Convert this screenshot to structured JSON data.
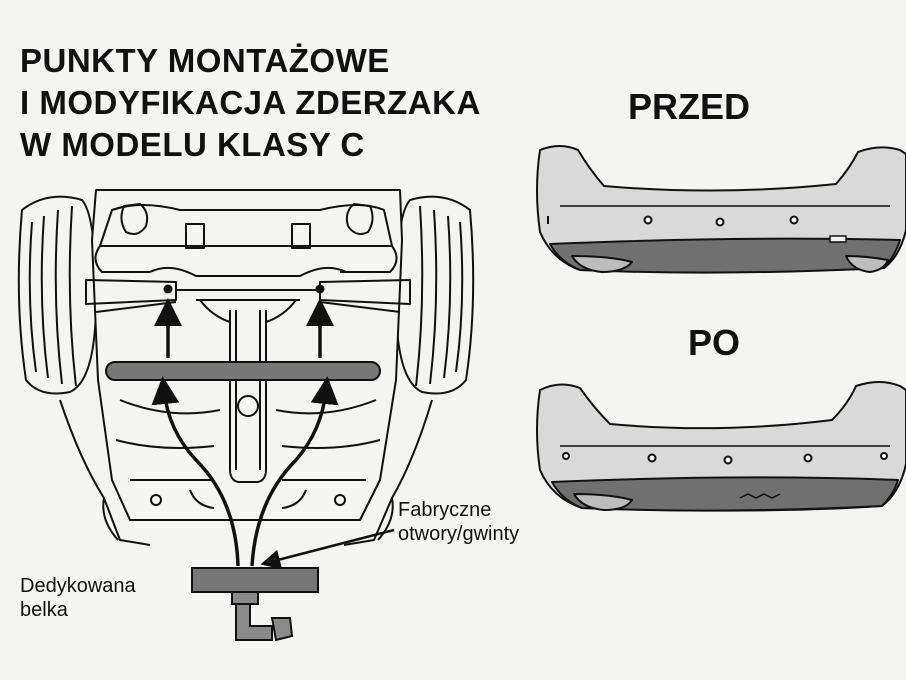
{
  "title": {
    "line1": "PUNKTY MONTAŻOWE",
    "line2": "I MODYFIKACJA ZDERZAKA",
    "line3": "W MODELU KLASY C"
  },
  "labels": {
    "before": "PRZED",
    "after": "PO",
    "factory_holes_line1": "Fabryczne",
    "factory_holes_line2": "otwory/gwinty",
    "beam_line1": "Dedykowana",
    "beam_line2": "belka"
  },
  "colors": {
    "background": "#f4f4f2",
    "line": "#111111",
    "bumper_fill": "#d9d9d9",
    "bumper_dark": "#707070",
    "beam_fill": "#777777"
  }
}
